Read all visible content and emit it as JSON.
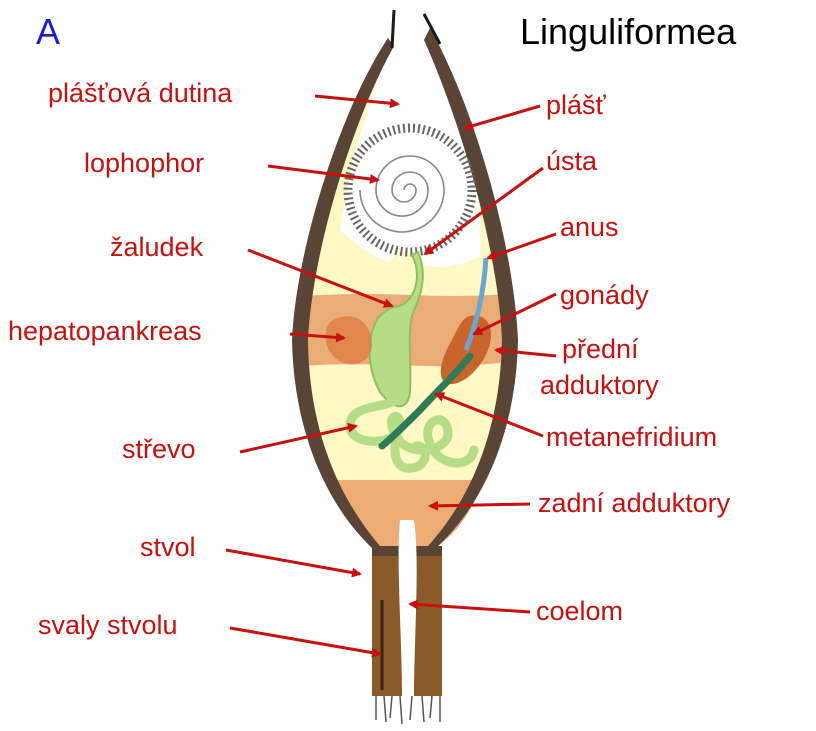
{
  "panel_letter": "A",
  "title": "Linguliformea",
  "labels": {
    "plastova_dutina": "plášťová dutina",
    "plast": "plášť",
    "lophophor": "lophophor",
    "usta": "ústa",
    "anus": "anus",
    "zaludek": "žaludek",
    "gonady": "gonády",
    "hepatopankreas": "hepatopankreas",
    "predni": "přední",
    "adduktory": "adduktory",
    "strevo": "střevo",
    "metanefridium": "metanefridium",
    "zadni_adduktory": "zadní adduktory",
    "stvol": "stvol",
    "svaly_stvolu": "svaly stvolu",
    "coelom": "coelom"
  },
  "colors": {
    "label": "#c8100e",
    "panel_letter": "#1d1be0",
    "shell": "#5a4436",
    "body_fill": "#fdf8c4",
    "muscle_band": "#e8a06a",
    "gut": "#b7dc86",
    "nephridium": "#2f7a57",
    "anus_duct": "#6aa6cf",
    "stalk": "#8a5a2b"
  }
}
